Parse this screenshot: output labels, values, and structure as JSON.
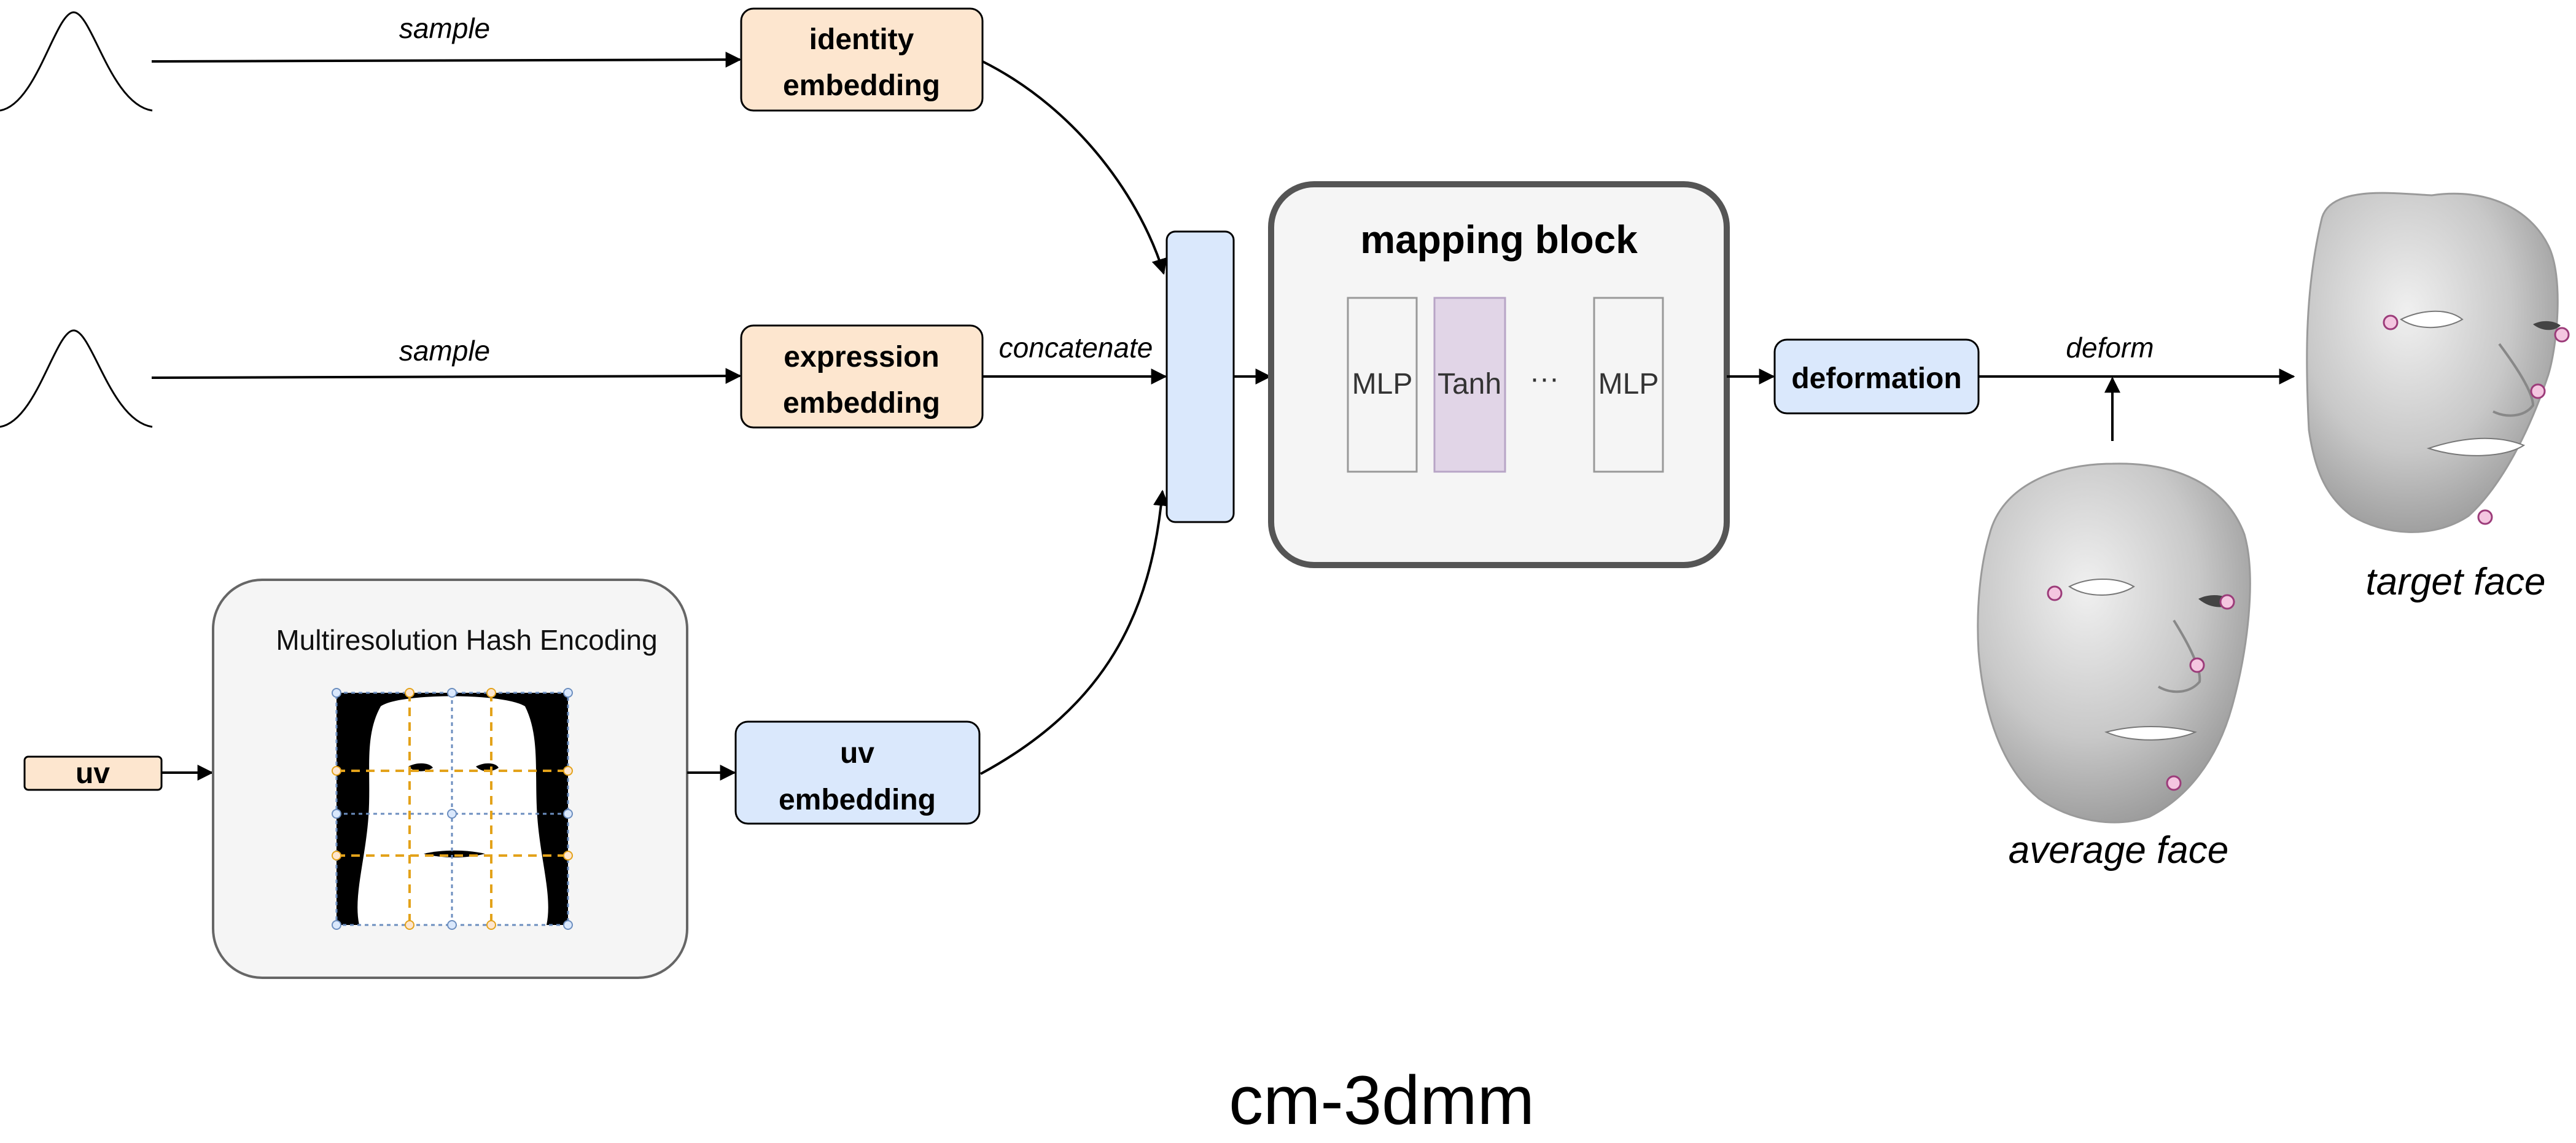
{
  "labels": {
    "sample_1": "sample",
    "sample_2": "sample",
    "identity_line1": "identity",
    "identity_line2": "embedding",
    "expression_line1": "expression",
    "expression_line2": "embedding",
    "concatenate": "concatenate",
    "mapping_title": "mapping block",
    "mlp_1": "MLP",
    "tanh": "Tanh",
    "ellipsis": "···",
    "mlp_2": "MLP",
    "deformation": "deformation",
    "deform": "deform",
    "target_face": "target face",
    "average_face": "average face",
    "uv_input": "uv",
    "hash_title": "Multiresolution Hash Encoding",
    "uv_line1": "uv",
    "uv_line2": "embedding",
    "caption": "cm-3dmm"
  },
  "colors": {
    "peach": "#fde6cf",
    "blue": "#dae8fc",
    "panel": "#f5f5f5",
    "tanh": "#e1d5e7",
    "grid_orange": "#e3a21a",
    "grid_blue": "#6c8ebf",
    "landmark": "#f4c6e0"
  }
}
